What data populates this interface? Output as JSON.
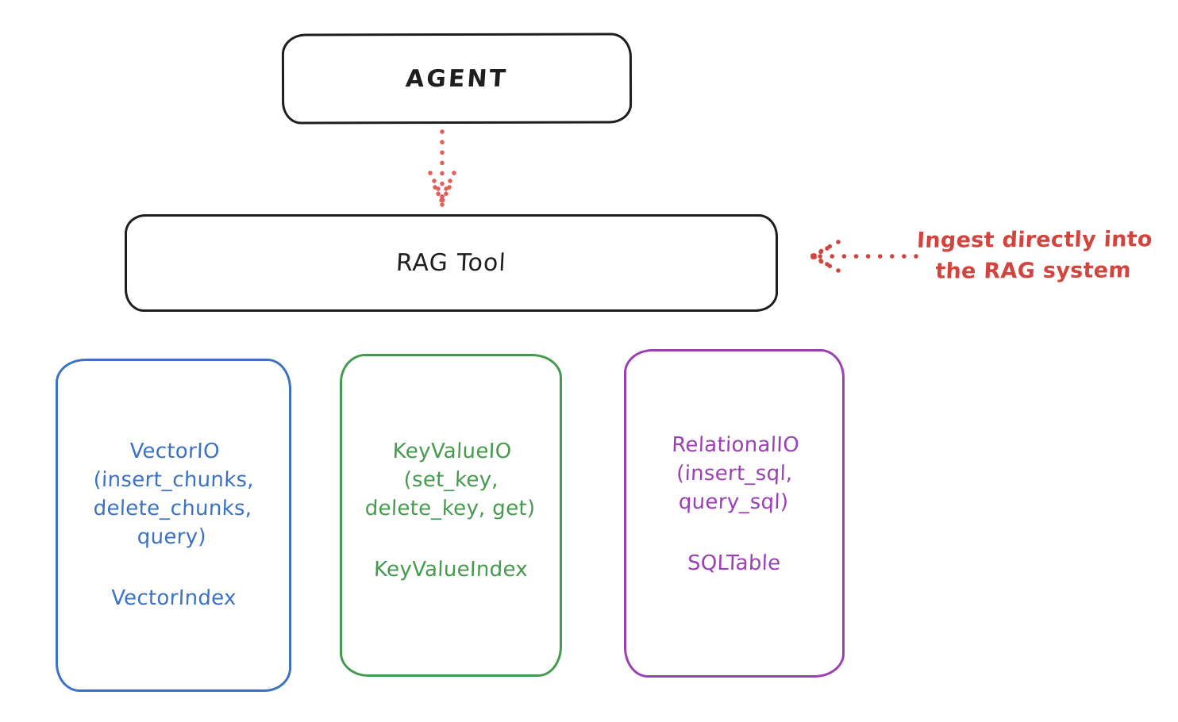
{
  "diagram": {
    "title_hint": "RAG Tool architecture sketch",
    "agent": {
      "label": "AGENT"
    },
    "rag_tool": {
      "label": "RAG Tool"
    },
    "annotation": {
      "line1": "Ingest directly into",
      "line2": "the RAG system"
    },
    "arrows": [
      {
        "id": "agent-to-ragtool",
        "style": "dotted",
        "direction": "down",
        "color": "#e0605a"
      },
      {
        "id": "annotation-to-ragtool",
        "style": "dotted",
        "direction": "left",
        "color": "#d2453f"
      }
    ],
    "nodes": [
      {
        "id": "vector-io",
        "lines": [
          "VectorIO",
          "(insert_chunks,",
          "delete_chunks,",
          "query)"
        ],
        "index": "VectorIndex",
        "color": "#3b72c2"
      },
      {
        "id": "keyvalue-io",
        "lines": [
          "KeyValueIO",
          "(set_key,",
          "delete_key, get)"
        ],
        "index": "KeyValueIndex",
        "color": "#459a4e"
      },
      {
        "id": "relational-io",
        "lines": [
          "RelationalIO",
          "(insert_sql,",
          "query_sql)"
        ],
        "index": "SQLTable",
        "color": "#9b3fb5"
      }
    ],
    "colors": {
      "stroke": "#1e1e1e",
      "red": "#d2453f",
      "blue": "#3b72c2",
      "green": "#459a4e",
      "purple": "#9b3fb5",
      "background": "#ffffff"
    }
  }
}
